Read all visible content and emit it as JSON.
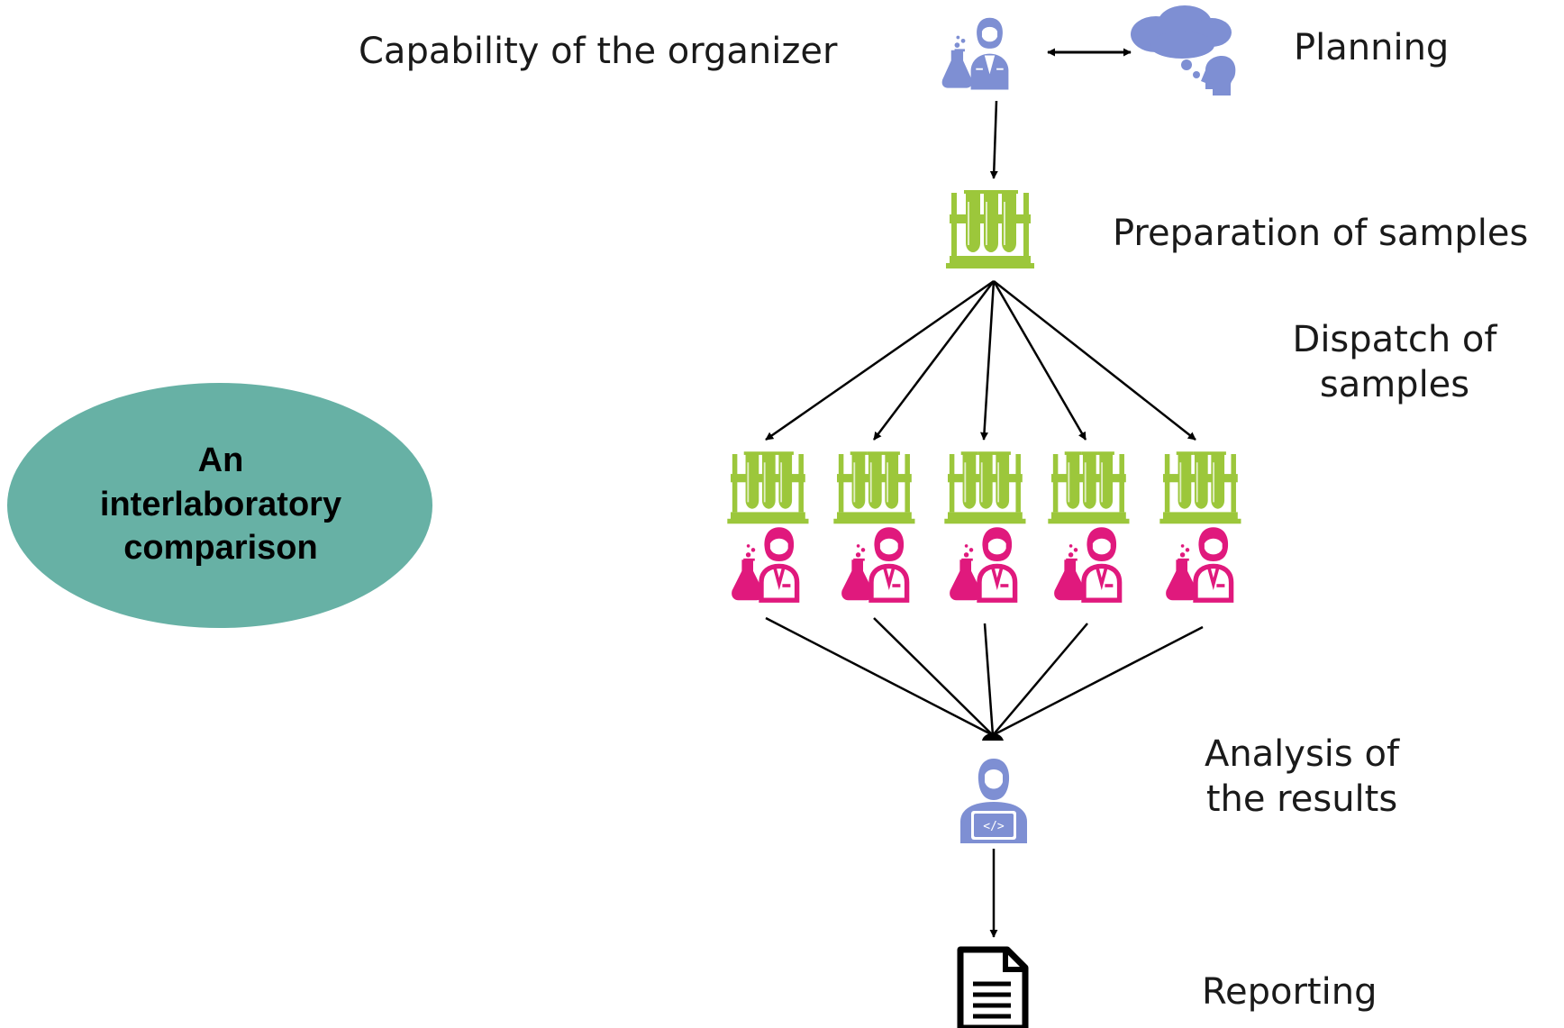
{
  "title_bubble": "An\ninterlaboratory\ncomparison",
  "steps": {
    "capability": "Capability of the organizer",
    "planning": "Planning",
    "preparation": "Preparation of samples",
    "dispatch_line1": "Dispatch of",
    "dispatch_line2": "samples",
    "analysis_line1": "Analysis of",
    "analysis_line2": "the results",
    "reporting": "Reporting"
  },
  "participants_count": 5,
  "colors": {
    "bubble": "#67b1a5",
    "organizer": "#7e8fd3",
    "samples": "#9cc73b",
    "participant": "#e0197d",
    "arrow": "#000000"
  },
  "icons": {
    "organizer": "scientist-icon",
    "planning": "thought-cloud-icon",
    "samples": "test-tube-rack-icon",
    "participant": "lab-technician-icon",
    "analyst": "analyst-laptop-icon",
    "report": "document-icon"
  }
}
